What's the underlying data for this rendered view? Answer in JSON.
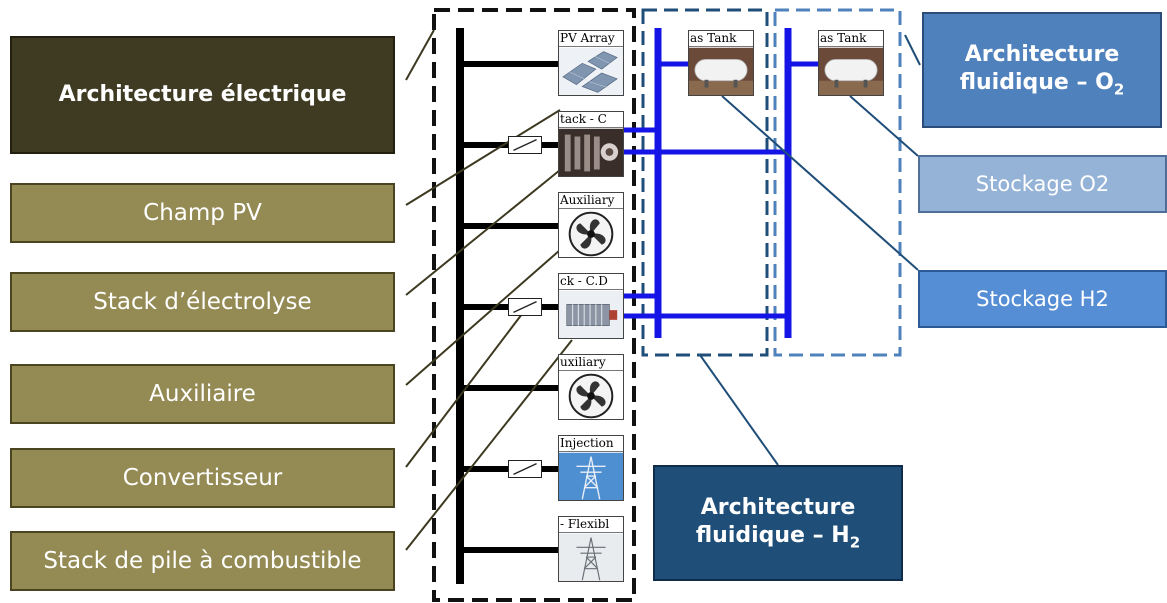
{
  "labels": {
    "elec_arch": "Architecture électrique",
    "champ_pv": "Champ PV",
    "stack_electrolyse": "Stack d’électrolyse",
    "auxiliaire": "Auxiliaire",
    "convertisseur": "Convertisseur",
    "stack_pile": "Stack de pile à combustible",
    "arch_o2_line1": "Architecture",
    "arch_o2_line2": "fluidique – O",
    "arch_o2_sub": "2",
    "arch_h2_line1": "Architecture",
    "arch_h2_line2": "fluidique – H",
    "arch_h2_sub": "2",
    "stockage_o2": "Stockage O2",
    "stockage_h2": "Stockage H2"
  },
  "components": {
    "pv_array": "PV Array",
    "stack_elec": "tack - C",
    "auxiliary_1": "Auxiliary",
    "stack_fc": "ck - C.D",
    "auxiliary_2": "uxiliary",
    "injection": "Injection",
    "flexible": "- Flexibl",
    "tank_h2": "as Tank",
    "tank_o2": "as Tank"
  },
  "colors": {
    "olive": "#948a54",
    "dark_olive": "#3f3a22",
    "navy": "#1f4e79",
    "steel_blue": "#4f81bd",
    "light_blue": "#95b3d7",
    "mid_blue": "#558ed5",
    "fluid_line": "#1414e6",
    "connector": "#3d3920"
  }
}
